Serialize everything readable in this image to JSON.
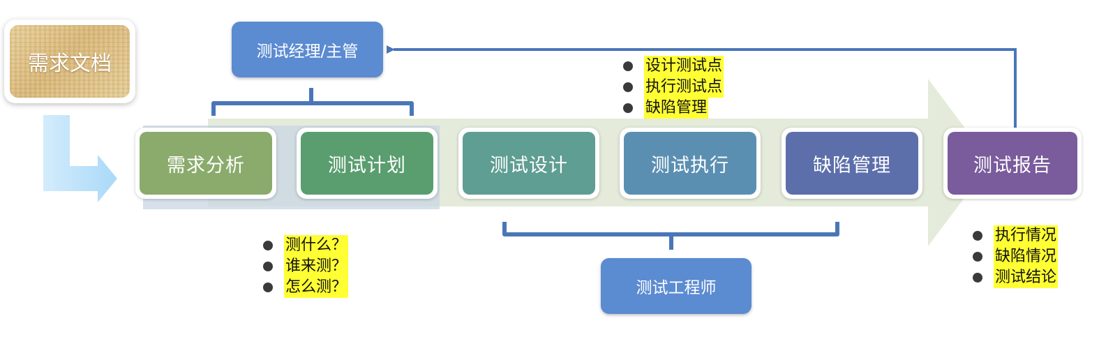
{
  "doc": {
    "label": "需求文档"
  },
  "stages": [
    {
      "label": "需求分析",
      "color": "#8aab6c"
    },
    {
      "label": "测试计划",
      "color": "#5a9e70"
    },
    {
      "label": "测试设计",
      "color": "#5f9e92"
    },
    {
      "label": "测试执行",
      "color": "#5b8fb2"
    },
    {
      "label": "缺陷管理",
      "color": "#5c6fab"
    },
    {
      "label": "测试报告",
      "color": "#7a5b9c"
    }
  ],
  "roles": {
    "manager": "测试经理/主管",
    "engineer": "测试工程师"
  },
  "notes": {
    "plan": [
      "测什么？",
      "谁来测？",
      "怎么测？"
    ],
    "execution": [
      "设计测试点",
      "执行测试点",
      "缺陷管理"
    ],
    "report": [
      "执行情况",
      "缺陷情况",
      "测试结论"
    ]
  },
  "colors": {
    "flow_arrow": "#dfe7d4",
    "connector": "#4a76b8",
    "doc_arrow": "#bfe3fa",
    "highlight": "#ffff33"
  }
}
